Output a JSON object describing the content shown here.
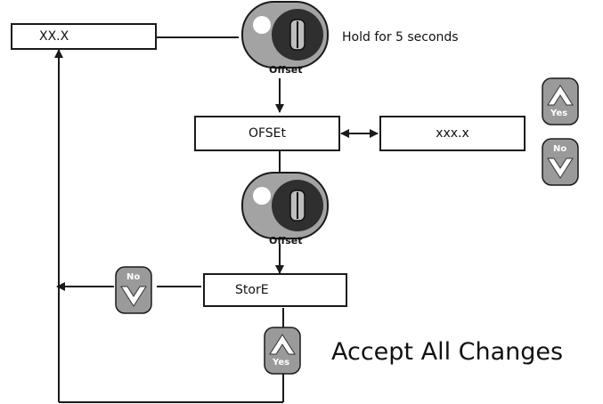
{
  "displays": {
    "current_value": "XX.X",
    "offset_mode": "OFSEt",
    "offset_value": "xxx.x",
    "store": "StorE"
  },
  "buttons": {
    "offset_label": "Offset",
    "yes_label": "Yes",
    "no_label": "No"
  },
  "notes": {
    "hold": "Hold for 5 seconds",
    "accept": "Accept All Changes"
  },
  "colors": {
    "line": "#1a1a1a",
    "button_fill": "#9a9a9a",
    "button_dark": "#3a3a3a"
  },
  "icons": [
    "offset-button-icon",
    "yes-button-icon",
    "no-button-icon"
  ]
}
